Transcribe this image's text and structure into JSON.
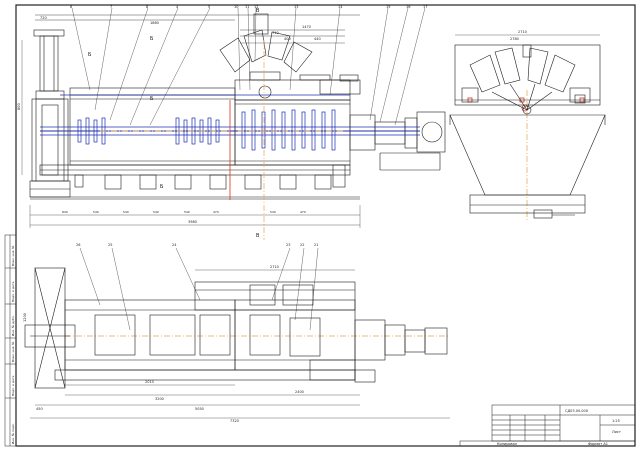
{
  "colors": {
    "line": "#1c1c1c",
    "blue": "#1f2fb0",
    "red": "#d8321f",
    "orange": "#e7a24a",
    "paper": "#ffffff"
  },
  "top_view": {
    "dims": {
      "d_720": "720",
      "d_1860": "1860",
      "d_710": "710",
      "d_1470": "1470",
      "d_440": "440",
      "d_400": "400",
      "d_3980": "3980",
      "d_840": "840",
      "d_700": "700",
      "d_220": "220",
      "d_2780": "2780",
      "d_h800": "800"
    },
    "spacing": [
      "840",
      "540",
      "540",
      "540",
      "540",
      "470",
      "540",
      "470"
    ],
    "section_b1": "Б",
    "section_b2": "Б",
    "section_b3": "Б",
    "section_b4": "Б",
    "section_b5": "В",
    "section_b6": "В",
    "callouts": [
      "6",
      "7",
      "8",
      "4",
      "5",
      "10",
      "11",
      "12",
      "13",
      "14",
      "15",
      "16",
      "17",
      "18",
      "19",
      "20"
    ]
  },
  "side_view": {
    "dim_2710": "2710"
  },
  "plan_view": {
    "dims": {
      "d_2710": "2710",
      "d_2010": "2010",
      "d_3200": "3200",
      "d_2400": "2400",
      "d_5050": "5050",
      "d_7320": "7320",
      "d_450": "450",
      "d_1200": "1200"
    },
    "callouts": [
      "26",
      "25",
      "24",
      "23",
      "22",
      "21"
    ]
  },
  "left_margin": [
    "Взам. инв. №",
    "Подп. и дата",
    "Инв. № дубл.",
    "Взам. инв. №",
    "Подп. и дата",
    "Инв. № подл."
  ],
  "title_block": {
    "doc_code": "СД03.00.000",
    "format_label": "Формат А1",
    "copy_label": "Копировал",
    "sheet_label": "Лист",
    "scale": "1:25"
  }
}
